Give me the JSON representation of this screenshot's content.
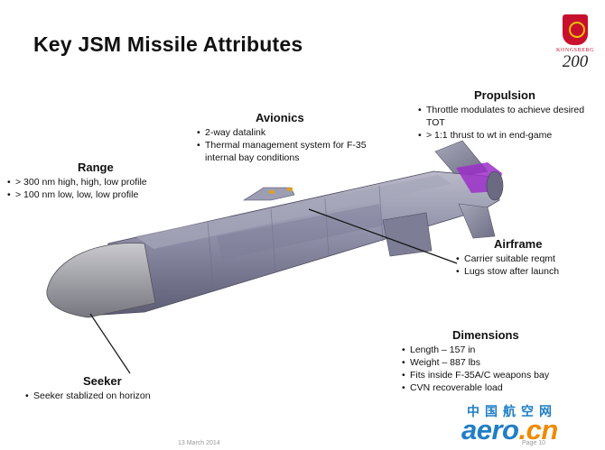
{
  "title": "Key JSM Missile Attributes",
  "logo": {
    "brand": "KONGSBERG",
    "anniversary": "200"
  },
  "sections": {
    "range": {
      "heading": "Range",
      "items": [
        "> 300 nm high, high, low profile",
        "> 100 nm low, low, low profile"
      ]
    },
    "avionics": {
      "heading": "Avionics",
      "items": [
        "2-way datalink",
        "Thermal management system for F-35 internal bay conditions"
      ]
    },
    "propulsion": {
      "heading": "Propulsion",
      "items": [
        "Throttle modulates to achieve desired TOT",
        "> 1:1 thrust to wt in end-game"
      ]
    },
    "airframe": {
      "heading": "Airframe",
      "items": [
        "Carrier suitable reqmt",
        "Lugs stow after launch"
      ]
    },
    "dimensions": {
      "heading": "Dimensions",
      "items": [
        "Length – 157 in",
        "Weight – 887 lbs",
        "Fits inside F-35A/C weapons bay",
        "CVN recoverable load"
      ]
    },
    "seeker": {
      "heading": "Seeker",
      "items": [
        "Seeker stablized on horizon"
      ]
    }
  },
  "footer": {
    "date": "13 March 2014",
    "page": "Page 10"
  },
  "watermark": {
    "cn": "中国航空网",
    "domain": "aero",
    "tld": ".cn"
  },
  "colors": {
    "title": "#111111",
    "logo_red": "#c8102e",
    "watermark_blue": "#1f7ec5",
    "watermark_orange": "#f08a00",
    "missile_body": "#8a8aa3",
    "engine_purple": "#9b30c8"
  }
}
